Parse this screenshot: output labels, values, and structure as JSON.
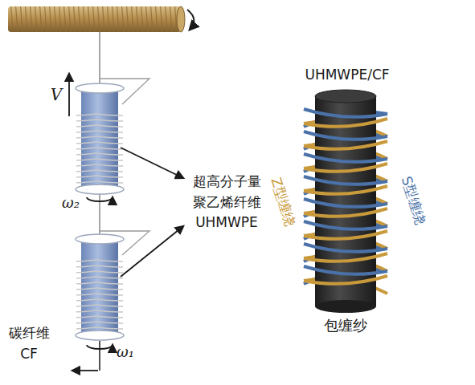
{
  "diagram": {
    "labels": [
      "V",
      "超高分子量 聚乙烯纤维 UHMWPE",
      "ω₂",
      "碳纤维 CF",
      "ω₁",
      "UHMWPE/CF",
      "Z型缠绕",
      "S型缠绕",
      "包缠纱"
    ]
  }
}
